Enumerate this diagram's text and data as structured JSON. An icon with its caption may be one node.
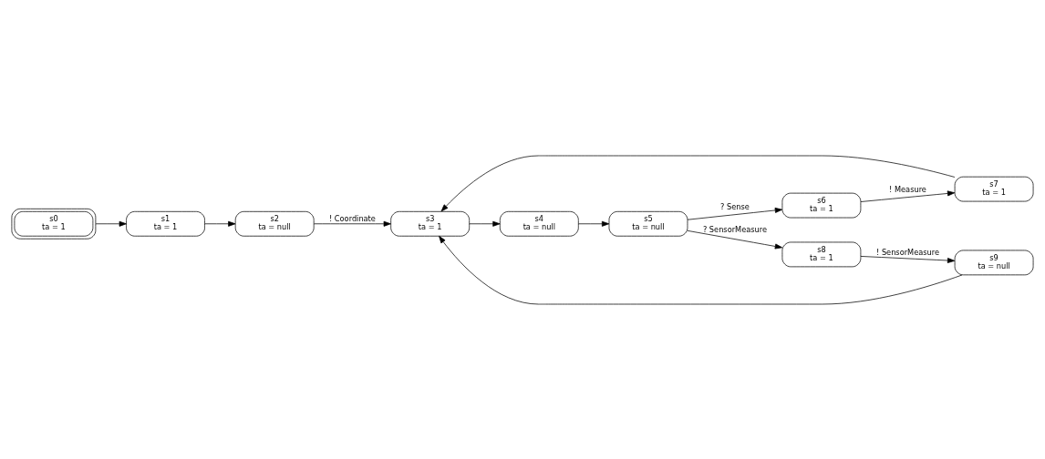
{
  "diagram": {
    "nodes": [
      {
        "text": [
          "s0",
          "ta = 1"
        ]
      },
      {
        "text": [
          "s1",
          "ta = 1"
        ]
      },
      {
        "text": [
          "s2",
          "ta = null"
        ]
      },
      {
        "text": [
          "s3",
          "ta = 1"
        ]
      },
      {
        "text": [
          "s9",
          "ta = null"
        ]
      },
      {
        "text": [
          "s7",
          "ta = 1"
        ]
      },
      {
        "text": [
          "s6",
          "ta = 1"
        ]
      },
      {
        "text": [
          "s8",
          "ta = 1"
        ]
      },
      {
        "text": [
          "s5",
          "ta = null"
        ]
      },
      {
        "text": [
          "s4",
          "ta = null"
        ]
      }
    ],
    "edges": [
      {
        "from": 0,
        "to": 1,
        "arrow": "to"
      },
      {
        "from": 1,
        "to": 2,
        "arrow": "to"
      },
      {
        "from": 2,
        "to": 3,
        "arrow": "to",
        "label": "! Coordinate"
      },
      {
        "from": 4,
        "to": 3,
        "arrow": "to"
      },
      {
        "from": 5,
        "to": 3,
        "arrow": "to"
      },
      {
        "from": 3,
        "to": 9,
        "arrow": "to"
      },
      {
        "from": 9,
        "to": 8,
        "arrow": "to"
      },
      {
        "from": 8,
        "to": 6,
        "arrow": "to",
        "label": "? Sense"
      },
      {
        "from": 6,
        "to": 5,
        "arrow": "to",
        "label": "! Measure"
      },
      {
        "from": 8,
        "to": 7,
        "arrow": "to",
        "label": "? SensorMeasure"
      },
      {
        "from": 7,
        "to": 4,
        "arrow": "to",
        "label": "! SensorMeasure"
      }
    ]
  }
}
